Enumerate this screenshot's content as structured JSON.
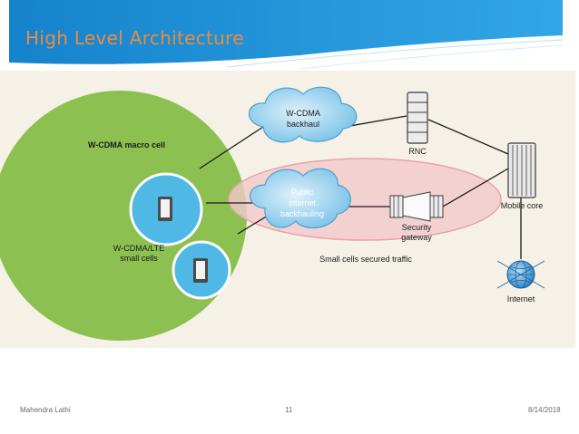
{
  "slide": {
    "title": "High Level Architecture"
  },
  "diagram": {
    "macro_cell_label": "W-CDMA macro cell",
    "small_cells_label_line1": "W-CDMA/LTE",
    "small_cells_label_line2": "small cells",
    "wcdma_backhaul_line1": "W-CDMA",
    "wcdma_backhaul_line2": "backhaul",
    "public_internet_line1": "Public",
    "public_internet_line2": "internet",
    "public_internet_line3": "backhauling",
    "rnc_label": "RNC",
    "security_gateway_line1": "Security",
    "security_gateway_line2": "gateway",
    "mobile_core_label": "Mobile core",
    "internet_label": "Internet",
    "secured_traffic_label": "Small cells secured traffic"
  },
  "footer": {
    "author": "Mahendra Lathi",
    "page_number": "11",
    "date": "8/14/2018"
  },
  "colors": {
    "header_blue": "#1a8fd8",
    "title_orange": "#ef8a3c",
    "diagram_background": "#f6f1e6",
    "macro_cell_green": "#8cc152",
    "small_cell_blue": "#4fb8e4",
    "secured_ellipse_pink": "#f4c9cc"
  }
}
